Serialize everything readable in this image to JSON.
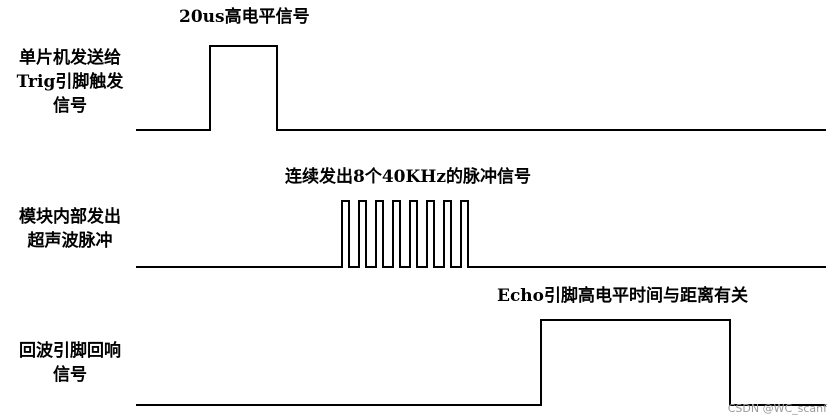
{
  "diagram": {
    "rows": [
      {
        "label_lines": [
          "单片机发送给",
          "Trig引脚触发",
          "信号"
        ],
        "annotation": "20us高电平信号"
      },
      {
        "label_lines": [
          "模块内部发出",
          "超声波脉冲"
        ],
        "annotation": "连续发出8个40KHz的脉冲信号"
      },
      {
        "label_lines": [
          "回波引脚回响",
          "信号"
        ],
        "annotation": "Echo引脚高电平时间与距离有关"
      }
    ],
    "watermark": "CSDN @WC_scanf"
  }
}
